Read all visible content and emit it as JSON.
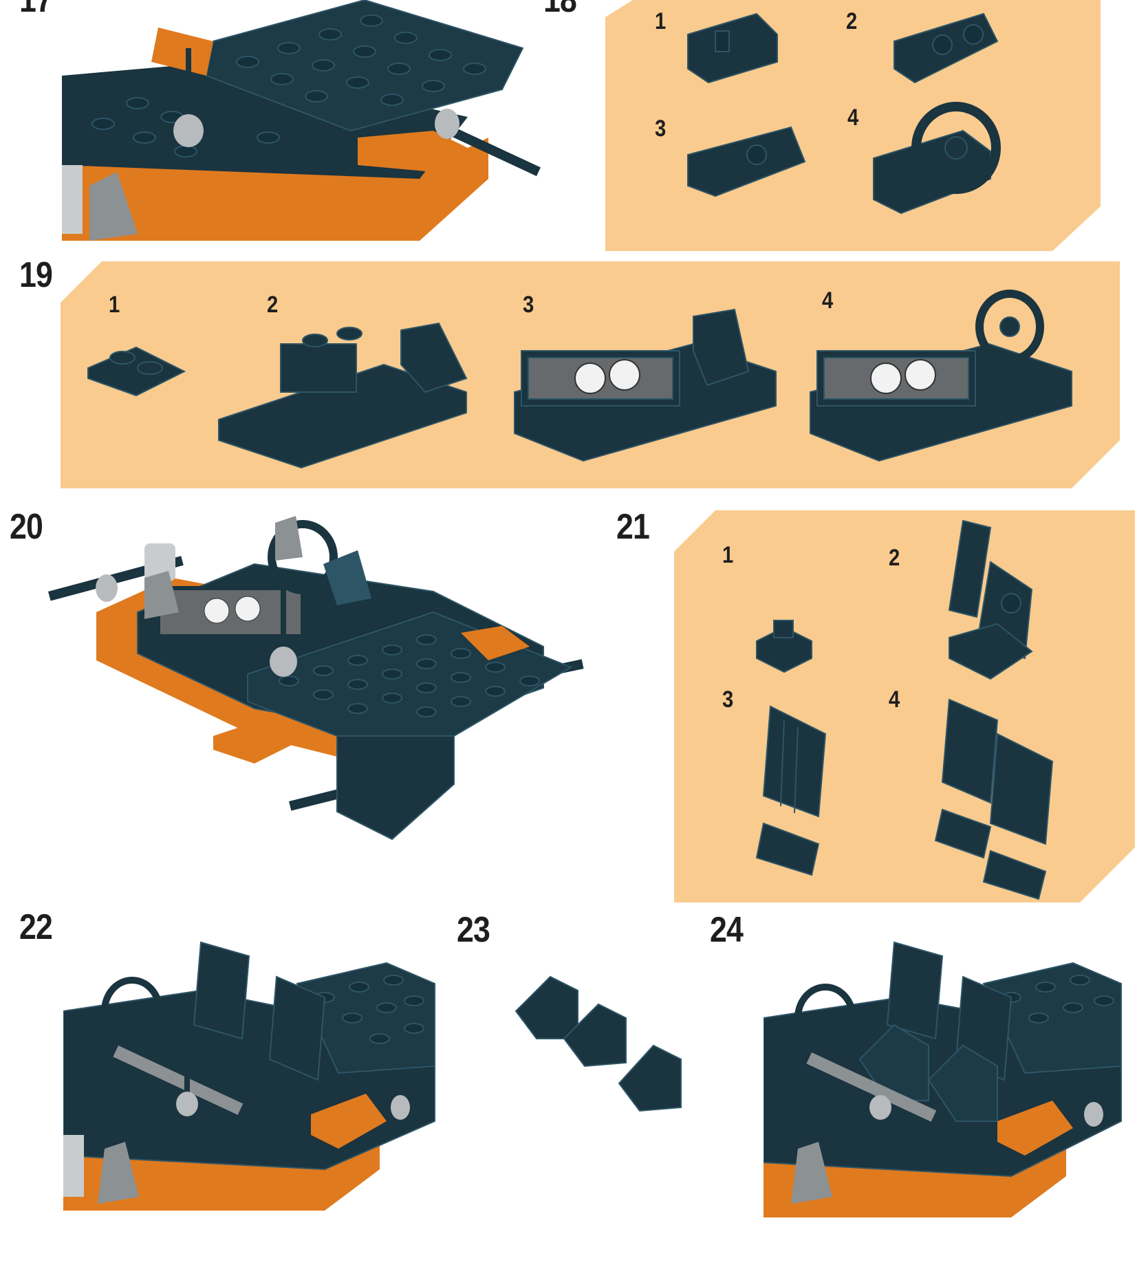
{
  "colors": {
    "panel": "#f9cb8e",
    "brick": "#1a3440",
    "brick_edge": "#2e5566",
    "orange": "#e07a1e",
    "gray": "#8c9194"
  },
  "steps": {
    "s17": "17",
    "s18": "18",
    "s19": "19",
    "s20": "20",
    "s21": "21",
    "s22": "22",
    "s23": "23",
    "s24": "24"
  },
  "step18_subs": [
    "1",
    "2",
    "3",
    "4"
  ],
  "step19_subs": [
    "1",
    "2",
    "3",
    "4"
  ],
  "step21_subs": [
    "1",
    "2",
    "3",
    "4"
  ]
}
